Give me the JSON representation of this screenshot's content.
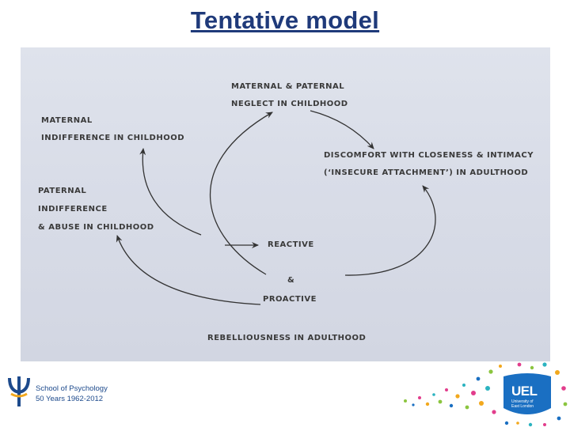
{
  "slide": {
    "title": "Tentative model"
  },
  "diagram": {
    "nodes": {
      "maternal_paternal_1": "MATERNAL & PATERNAL",
      "maternal_paternal_2": "NEGLECT IN CHILDHOOD",
      "maternal_1": "MATERNAL",
      "maternal_2": "INDIFFERENCE IN CHILDHOOD",
      "discomfort_1": "DISCOMFORT WITH CLOSENESS & INTIMACY",
      "discomfort_2": "(‘INSECURE ATTACHMENT’) IN ADULTHOOD",
      "paternal_1": "PATERNAL",
      "paternal_2": "INDIFFERENCE",
      "paternal_3": "& ABUSE IN CHILDHOOD",
      "reactive": "REACTIVE",
      "amp": "&",
      "proactive": "PROACTIVE",
      "rebelliousness": "REBELLIOUSNESS IN ADULTHOOD"
    }
  },
  "footer": {
    "school_name": "School of Psychology",
    "anniversary": "50 Years 1962-2012",
    "uel_logo": "UEL",
    "uel_sub": "University of\nEast London"
  },
  "colors": {
    "title": "#1f3a7a",
    "brand_blue": "#1d4a8c",
    "uel_blue": "#1a6fc2"
  }
}
